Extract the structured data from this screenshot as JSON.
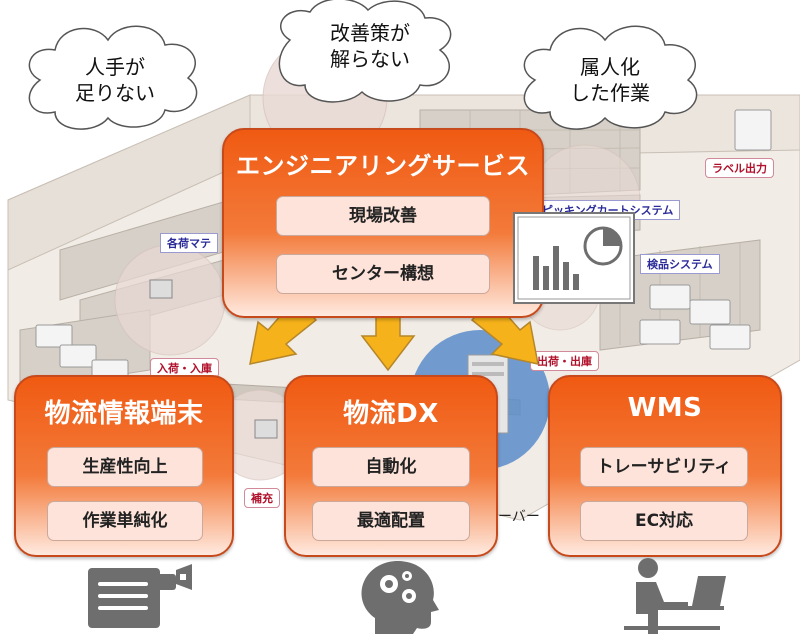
{
  "clouds": [
    {
      "text": "人手が\n足りない"
    },
    {
      "text": "改善策が\n解らない"
    },
    {
      "text": "属人化\nした作業"
    }
  ],
  "background_labels": {
    "label_print": "ラベル出力",
    "picking": "ピッキングカートシステム",
    "various": "各荷マテ",
    "inspection": "検品システム",
    "receiving": "入荷・入庫",
    "shipping": "出荷・出庫",
    "replenish": "補充",
    "server": "ーバー"
  },
  "engineering": {
    "title": "エンジニアリングサービス",
    "items": [
      "現場改善",
      "センター構想"
    ]
  },
  "terminal": {
    "title": "物流情報端末",
    "items": [
      "生産性向上",
      "作業単純化"
    ]
  },
  "dx": {
    "title": "物流DX",
    "items": [
      "自動化",
      "最適配置"
    ]
  },
  "wms": {
    "title": "WMS",
    "items": [
      "トレーサビリティ",
      "EC対応"
    ]
  },
  "icons": {
    "chart": "bar-pie-chart-icon",
    "terminal": "handheld-scanner-icon",
    "dx": "head-gears-icon",
    "wms": "person-at-laptop-icon"
  },
  "colors": {
    "box_orange": "#f05a12",
    "box_border": "#c64a1c",
    "pill_fill": "#fde3da",
    "arrow_yellow": "#f6b21a",
    "icon_gray": "#6e6e6e"
  }
}
